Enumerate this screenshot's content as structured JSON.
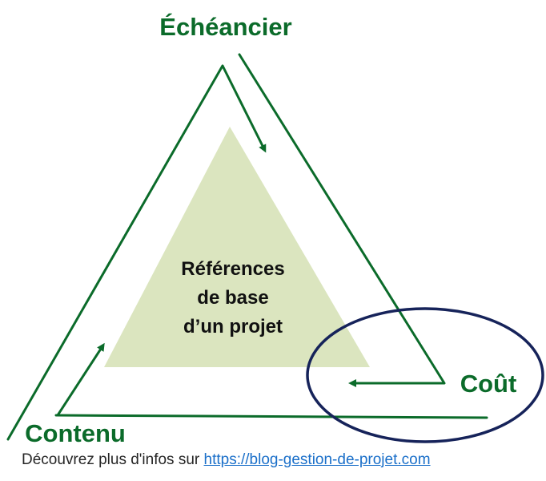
{
  "colors": {
    "frame": "#0b6b2a",
    "label": "#0b6b2a",
    "inner_fill": "#dbe5bf",
    "circle": "#16235a",
    "center_text": "#111111",
    "link": "#1a6fc9"
  },
  "labels": {
    "top": "Échéancier",
    "right": "Coût",
    "left": "Contenu"
  },
  "center": {
    "line1": "Références",
    "line2": "de base",
    "line3": "d’un projet"
  },
  "footer": {
    "prefix": "Découvrez plus d'infos sur ",
    "link_text": "https://blog-gestion-de-projet.com"
  }
}
